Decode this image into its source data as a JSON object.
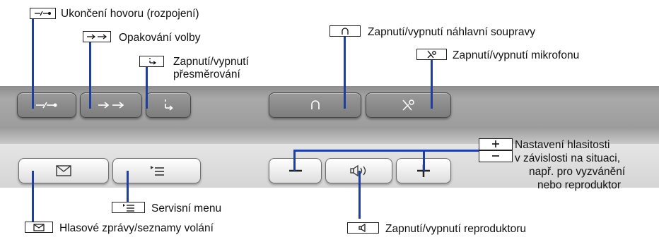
{
  "labels": {
    "release": "Ukončení hovoru (rozpojení)",
    "redial": "Opakování volby",
    "forward_line1": "Zapnutí/vypnutí",
    "forward_line2": "přesměrování",
    "headset": "Zapnutí/vypnutí náhlavní soupravy",
    "mute": "Zapnutí/vypnutí mikrofonu",
    "volume_line1": "Nastavení hlasitosti",
    "volume_line2": "v závislosti na situaci,",
    "volume_line3": "např. pro vyzvánění",
    "volume_line4": "nebo reproduktor",
    "service_menu": "Servisní menu",
    "voicemail": "Hlasové zprávy/seznamy volání",
    "speaker": "Zapnutí/vypnutí reproduktoru"
  },
  "colors": {
    "leader": "#1f3f9e",
    "panel_dark": "#9c9c9c",
    "panel_light": "#d8d8d8"
  },
  "keys": {
    "top": [
      "release-key",
      "redial-key",
      "forward-key",
      "headset-key",
      "mute-key"
    ],
    "bottom": [
      "messages-key",
      "menu-key",
      "volume-minus-key",
      "speaker-key",
      "volume-plus-key"
    ]
  }
}
